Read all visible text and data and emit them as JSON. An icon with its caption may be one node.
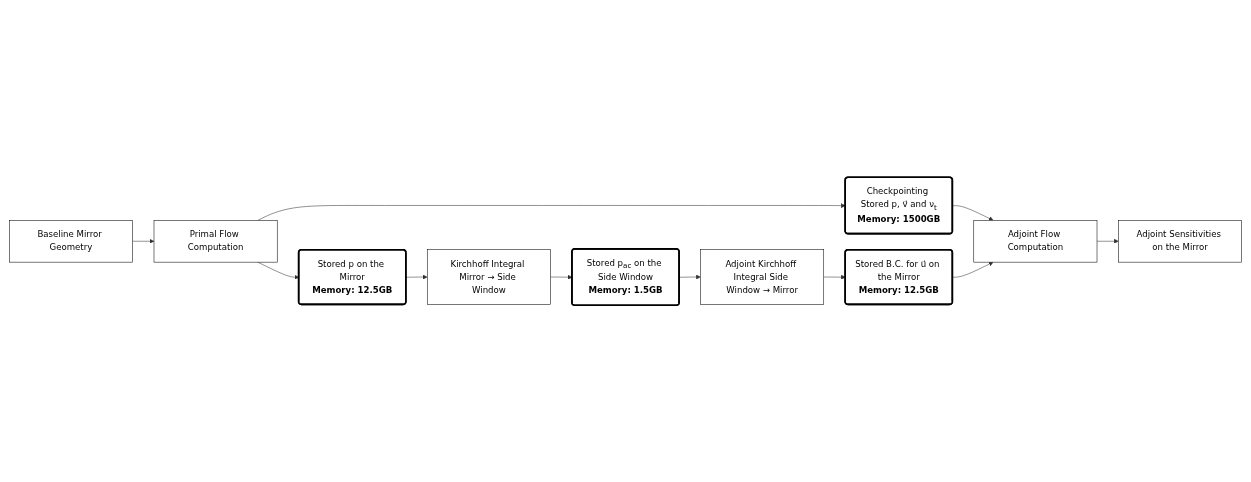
{
  "diagram": {
    "nodes": [
      {
        "text": [
          "Baseline Mirror Geometry"
        ]
      },
      {
        "text": [
          "Primal Flow Computation"
        ]
      },
      {
        "text": [
          "Stored p on the Mirror",
          "Memory: 12.5GB"
        ]
      },
      {
        "text": [
          "Kirchhoff Integral Mirror → Side Window"
        ]
      },
      {
        "text": [
          "Checkpointing Stored p, v⃗ and ν$_{t}$",
          "Memory: 1500GB"
        ]
      },
      {
        "text": [
          "Stored p$_{ac}$ on the Side Window",
          "Memory: 1.5GB"
        ]
      },
      {
        "text": [
          "Adjoint Sensitivities on the Mirror"
        ]
      },
      {
        "text": [
          "Adjoint Flow Computation"
        ]
      },
      {
        "text": [
          "Stored B.C. for u⃗ on the Mirror",
          "Memory: 12.5GB"
        ]
      },
      {
        "text": [
          "Adjoint Kirchhoff Integral Side Window → Mirror"
        ]
      }
    ],
    "edges": [
      {
        "from": 0,
        "to": 1,
        "arrow": "to"
      },
      {
        "from": 1,
        "to": 2,
        "arrow": "to"
      },
      {
        "from": 2,
        "to": 3,
        "arrow": "to"
      },
      {
        "from": 1,
        "to": 4,
        "arrow": "to"
      },
      {
        "from": 3,
        "to": 5,
        "arrow": "to"
      },
      {
        "from": 4,
        "to": 7,
        "arrow": "to"
      },
      {
        "from": 5,
        "to": 9,
        "arrow": "to"
      },
      {
        "from": 9,
        "to": 8,
        "arrow": "to"
      },
      {
        "from": 8,
        "to": 7,
        "arrow": "to"
      },
      {
        "from": 7,
        "to": 6,
        "arrow": "to"
      }
    ]
  }
}
